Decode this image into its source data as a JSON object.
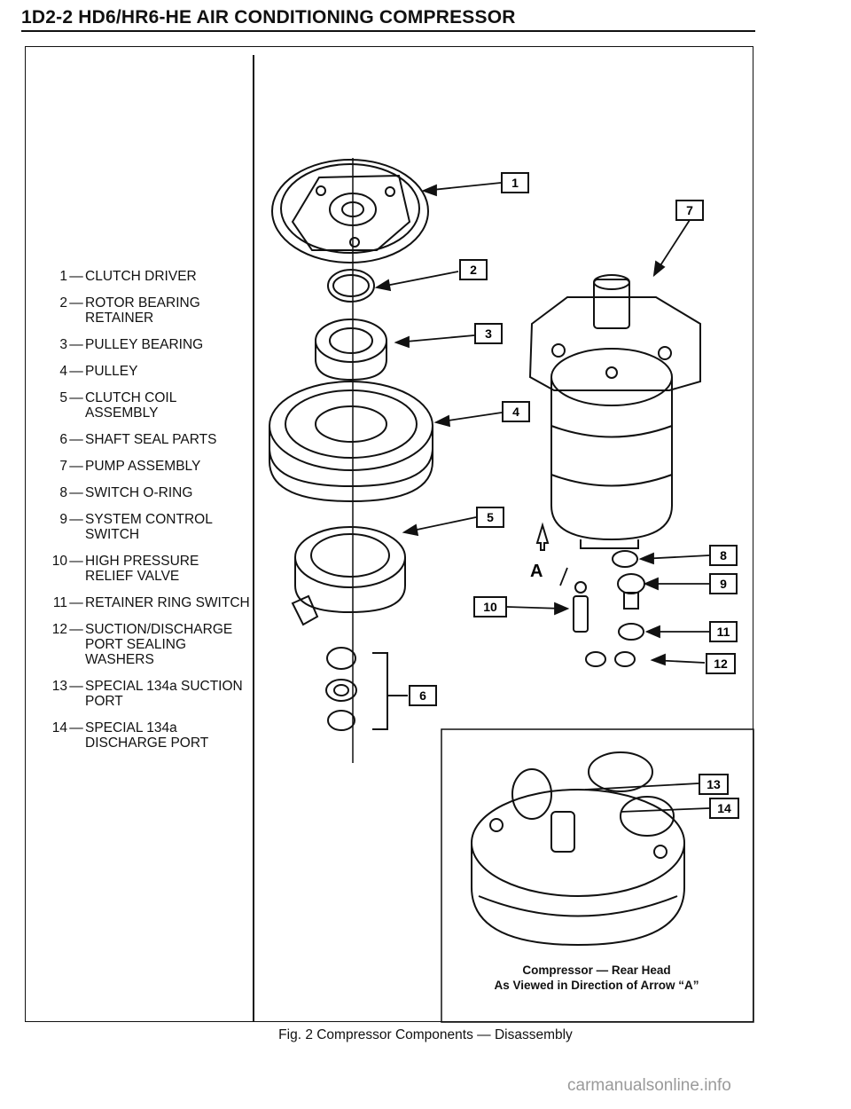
{
  "header": {
    "title": "1D2-2  HD6/HR6-HE AIR CONDITIONING COMPRESSOR"
  },
  "legend": [
    {
      "num": "1",
      "text": "CLUTCH DRIVER"
    },
    {
      "num": "2",
      "text": "ROTOR BEARING\nRETAINER"
    },
    {
      "num": "3",
      "text": "PULLEY BEARING"
    },
    {
      "num": "4",
      "text": "PULLEY"
    },
    {
      "num": "5",
      "text": "CLUTCH COIL\nASSEMBLY"
    },
    {
      "num": "6",
      "text": "SHAFT SEAL  PARTS"
    },
    {
      "num": "7",
      "text": "PUMP ASSEMBLY"
    },
    {
      "num": "8",
      "text": "SWITCH O-RING"
    },
    {
      "num": "9",
      "text": "SYSTEM CONTROL\nSWITCH"
    },
    {
      "num": "10",
      "text": "HIGH PRESSURE\nRELIEF VALVE"
    },
    {
      "num": "11",
      "text": "RETAINER RING SWITCH"
    },
    {
      "num": "12",
      "text": "SUCTION/DISCHARGE\nPORT SEALING\nWASHERS"
    },
    {
      "num": "13",
      "text": "SPECIAL 134a SUCTION\nPORT"
    },
    {
      "num": "14",
      "text": "SPECIAL 134a\nDISCHARGE PORT"
    }
  ],
  "callouts": [
    "1",
    "2",
    "3",
    "4",
    "5",
    "6",
    "7",
    "8",
    "9",
    "10",
    "11",
    "12",
    "13",
    "14"
  ],
  "arrow_label": "A",
  "inset": {
    "caption_line1": "Compressor — Rear Head",
    "caption_line2": "As Viewed in Direction of Arrow “A”"
  },
  "figure_caption": "Fig. 2  Compressor Components — Disassembly",
  "watermark": "carmanualsonline.info"
}
